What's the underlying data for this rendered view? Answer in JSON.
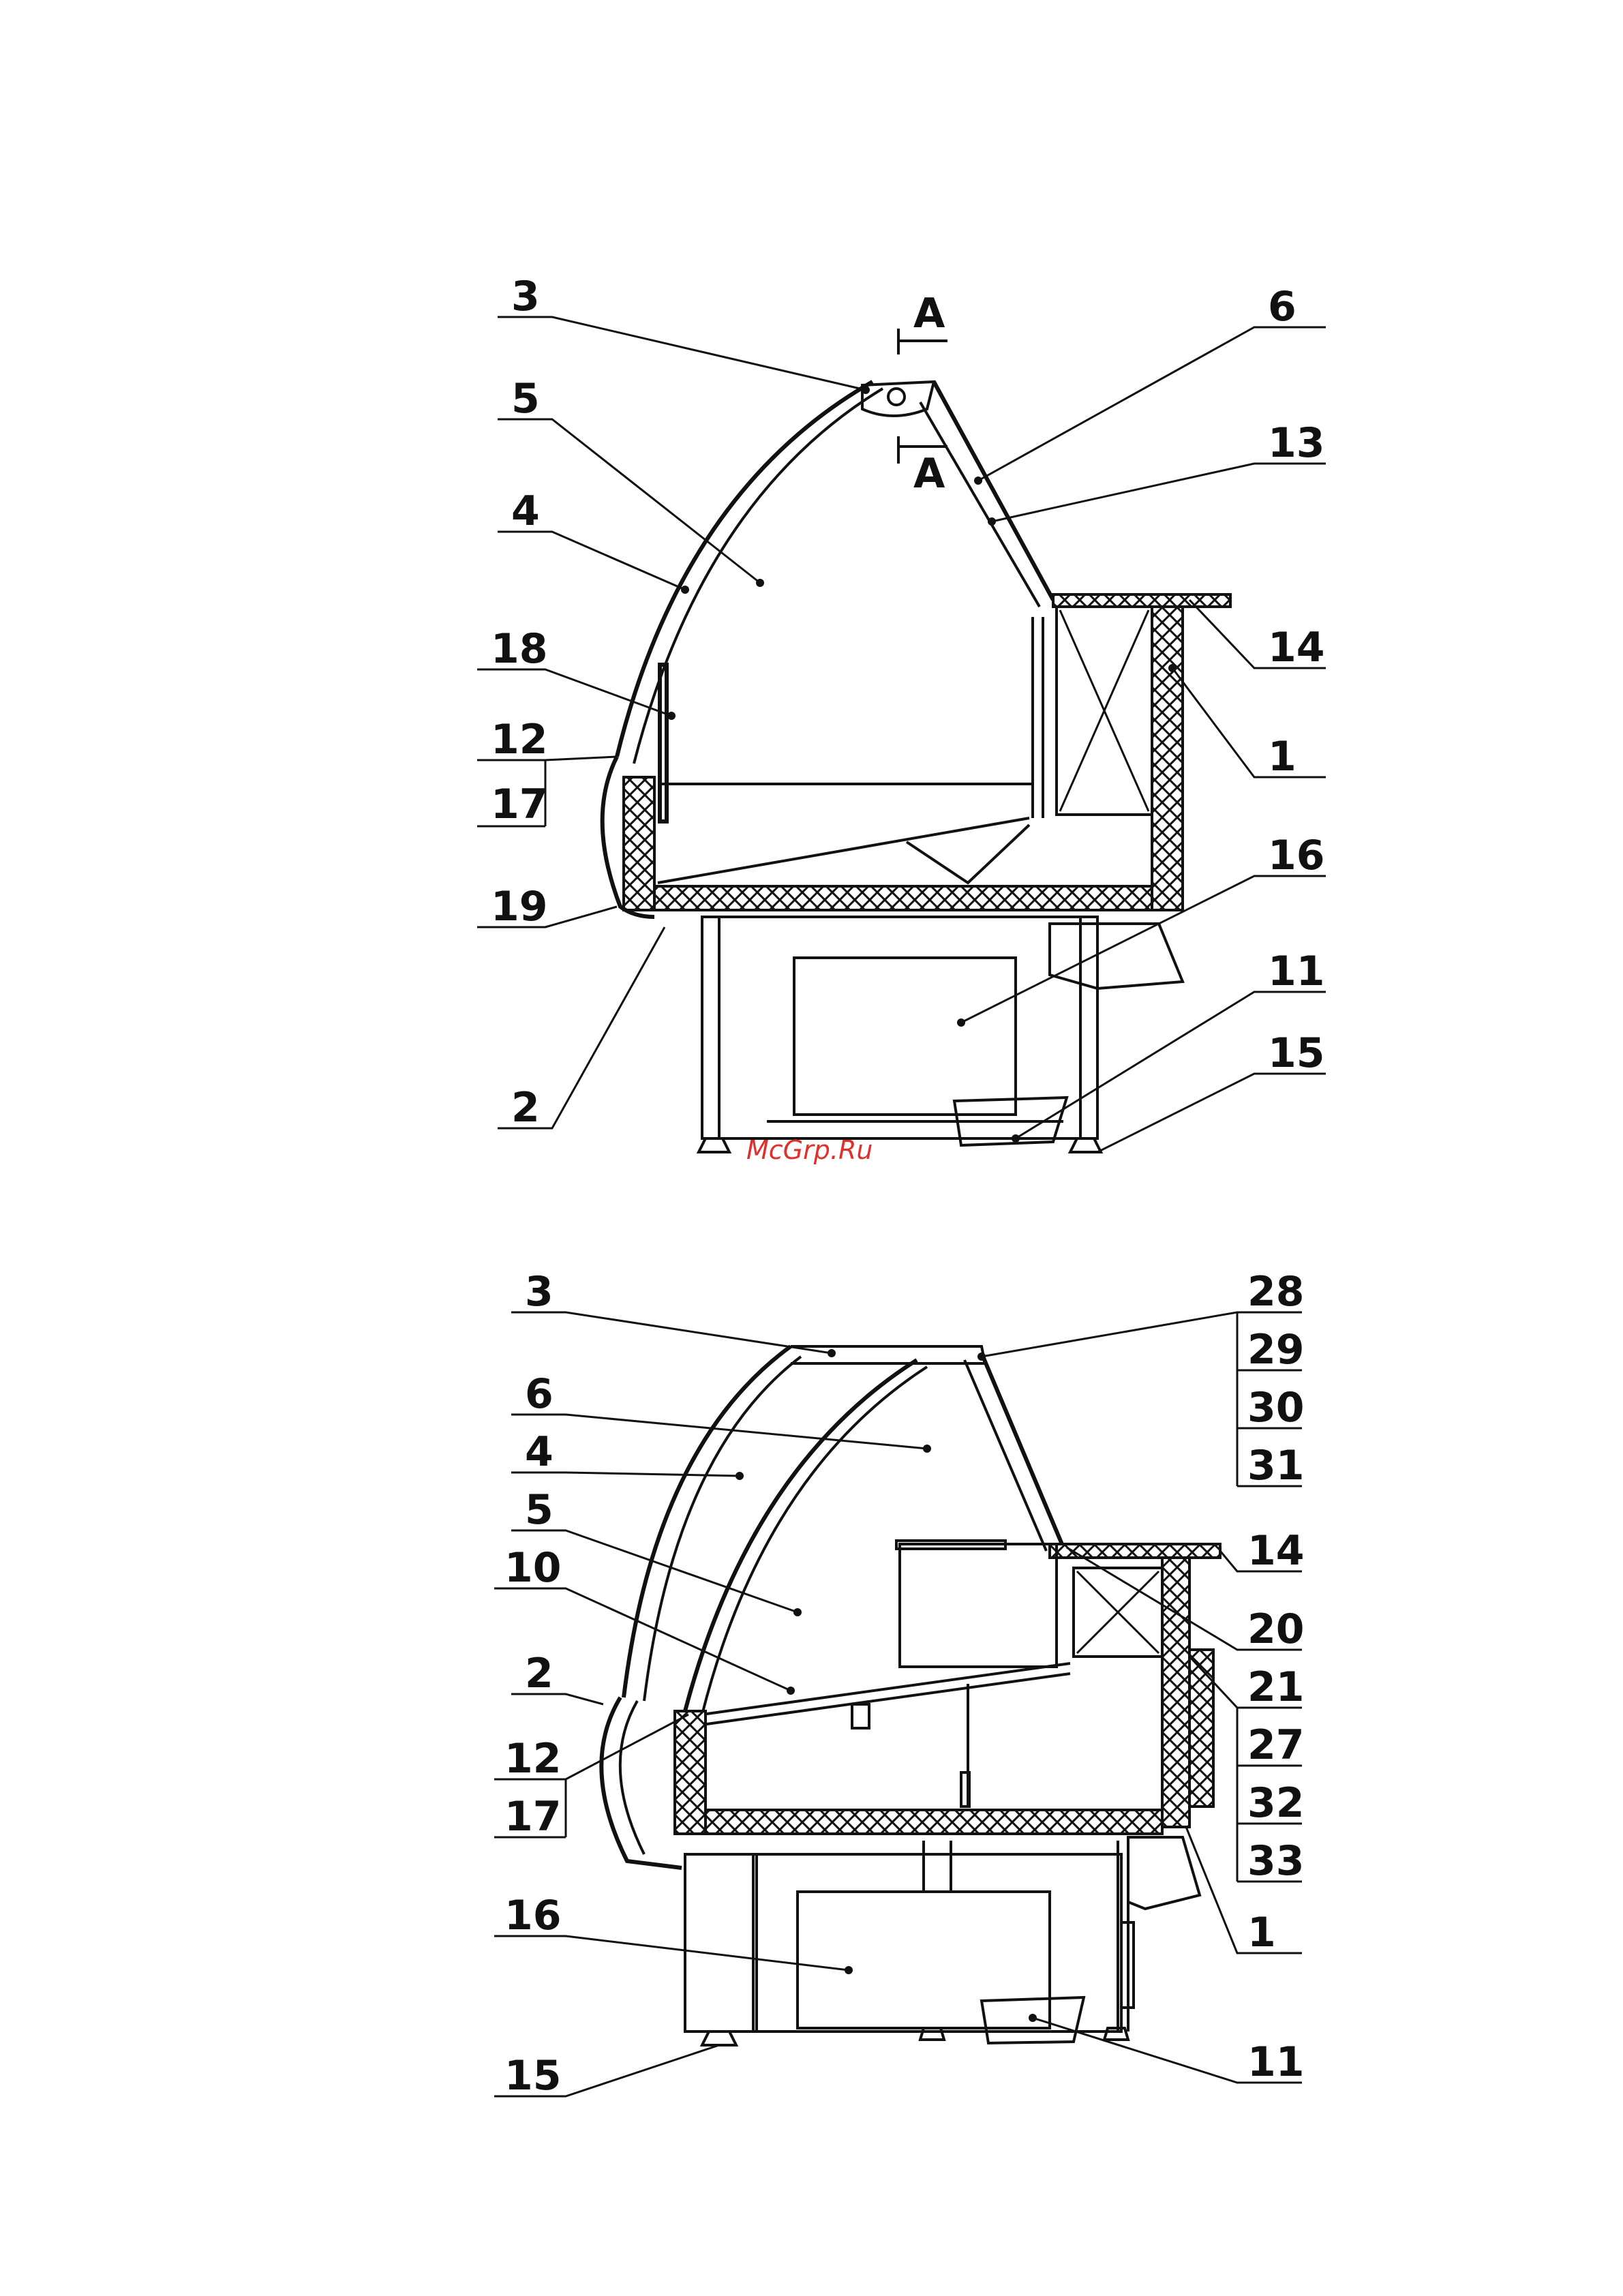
{
  "watermark": "McGrp.Ru",
  "section_marker": "A",
  "diagram_top": {
    "labels_left": [
      "3",
      "5",
      "4",
      "18",
      "12",
      "17",
      "19",
      "2"
    ],
    "labels_right": [
      "6",
      "13",
      "14",
      "1",
      "16",
      "11",
      "15"
    ]
  },
  "diagram_bottom": {
    "labels_left": [
      "3",
      "6",
      "4",
      "5",
      "10",
      "2",
      "12",
      "17",
      "16",
      "15"
    ],
    "labels_right": [
      "28",
      "29",
      "30",
      "31",
      "14",
      "20",
      "21",
      "27",
      "32",
      "33",
      "1",
      "11"
    ]
  }
}
